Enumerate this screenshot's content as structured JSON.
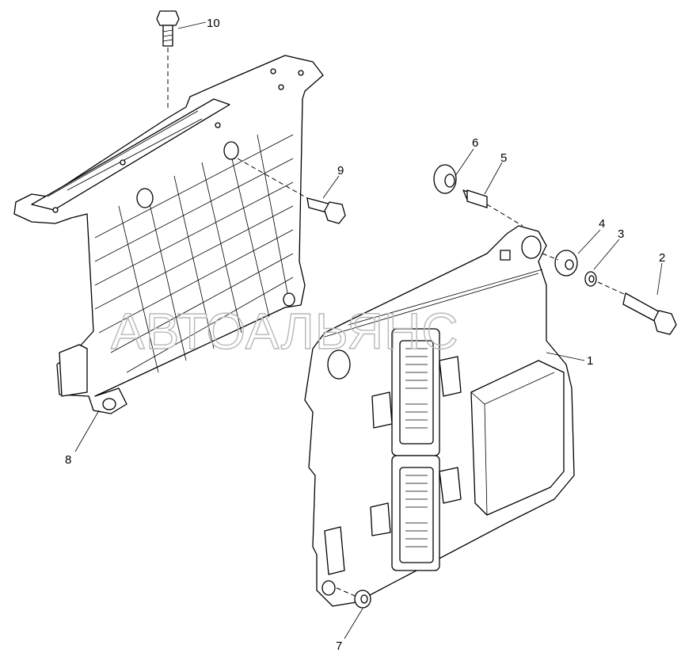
{
  "watermark": "АВТОАЛЬЯНС",
  "callouts": [
    "1",
    "2",
    "3",
    "4",
    "5",
    "6",
    "7",
    "8",
    "9",
    "10"
  ]
}
